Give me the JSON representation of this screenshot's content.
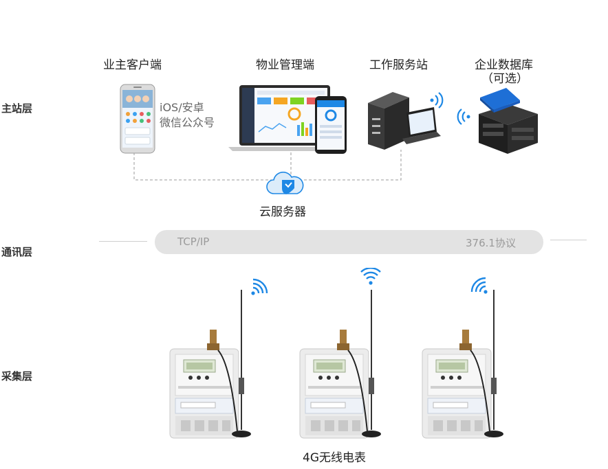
{
  "layers": {
    "master": "主站层",
    "comm": "通讯层",
    "collect": "采集层"
  },
  "clients": {
    "owner": "业主客户端",
    "property": "物业管理端",
    "workstation": "工作服务站",
    "database_line1": "企业数据库",
    "database_line2": "（可选）"
  },
  "owner_platforms": {
    "line1": "iOS/安卓",
    "line2": "微信公众号"
  },
  "cloud": "云服务器",
  "protocol_bar": {
    "left": "TCP/IP",
    "right": "376.1协议"
  },
  "meters_caption": "4G无线电表",
  "colors": {
    "accent_blue": "#1e88e5",
    "bar_gray": "#e3e3e3",
    "dashed_line": "#9a9a9a"
  }
}
